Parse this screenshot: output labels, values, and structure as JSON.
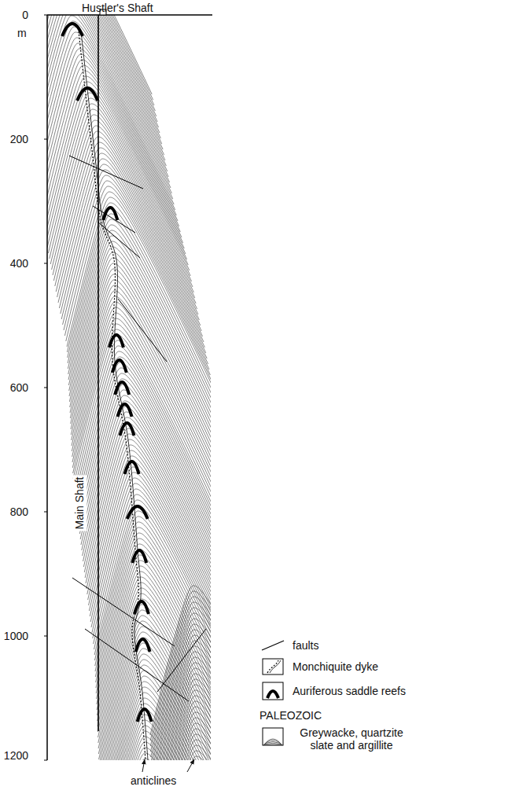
{
  "diagram": {
    "labels": [
      "Hustler's Shaft",
      "0",
      "m",
      "200",
      "400",
      "600",
      "800",
      "1000",
      "1200",
      "Main Shaft",
      "anticlines",
      "PALEOZOIC"
    ],
    "legend": [
      {
        "text": "faults"
      },
      {
        "text": "Monchiquite dyke"
      },
      {
        "text": "Auriferous saddle reefs"
      },
      {
        "text": "Greywacke, quartzite slate and argillite"
      }
    ]
  }
}
